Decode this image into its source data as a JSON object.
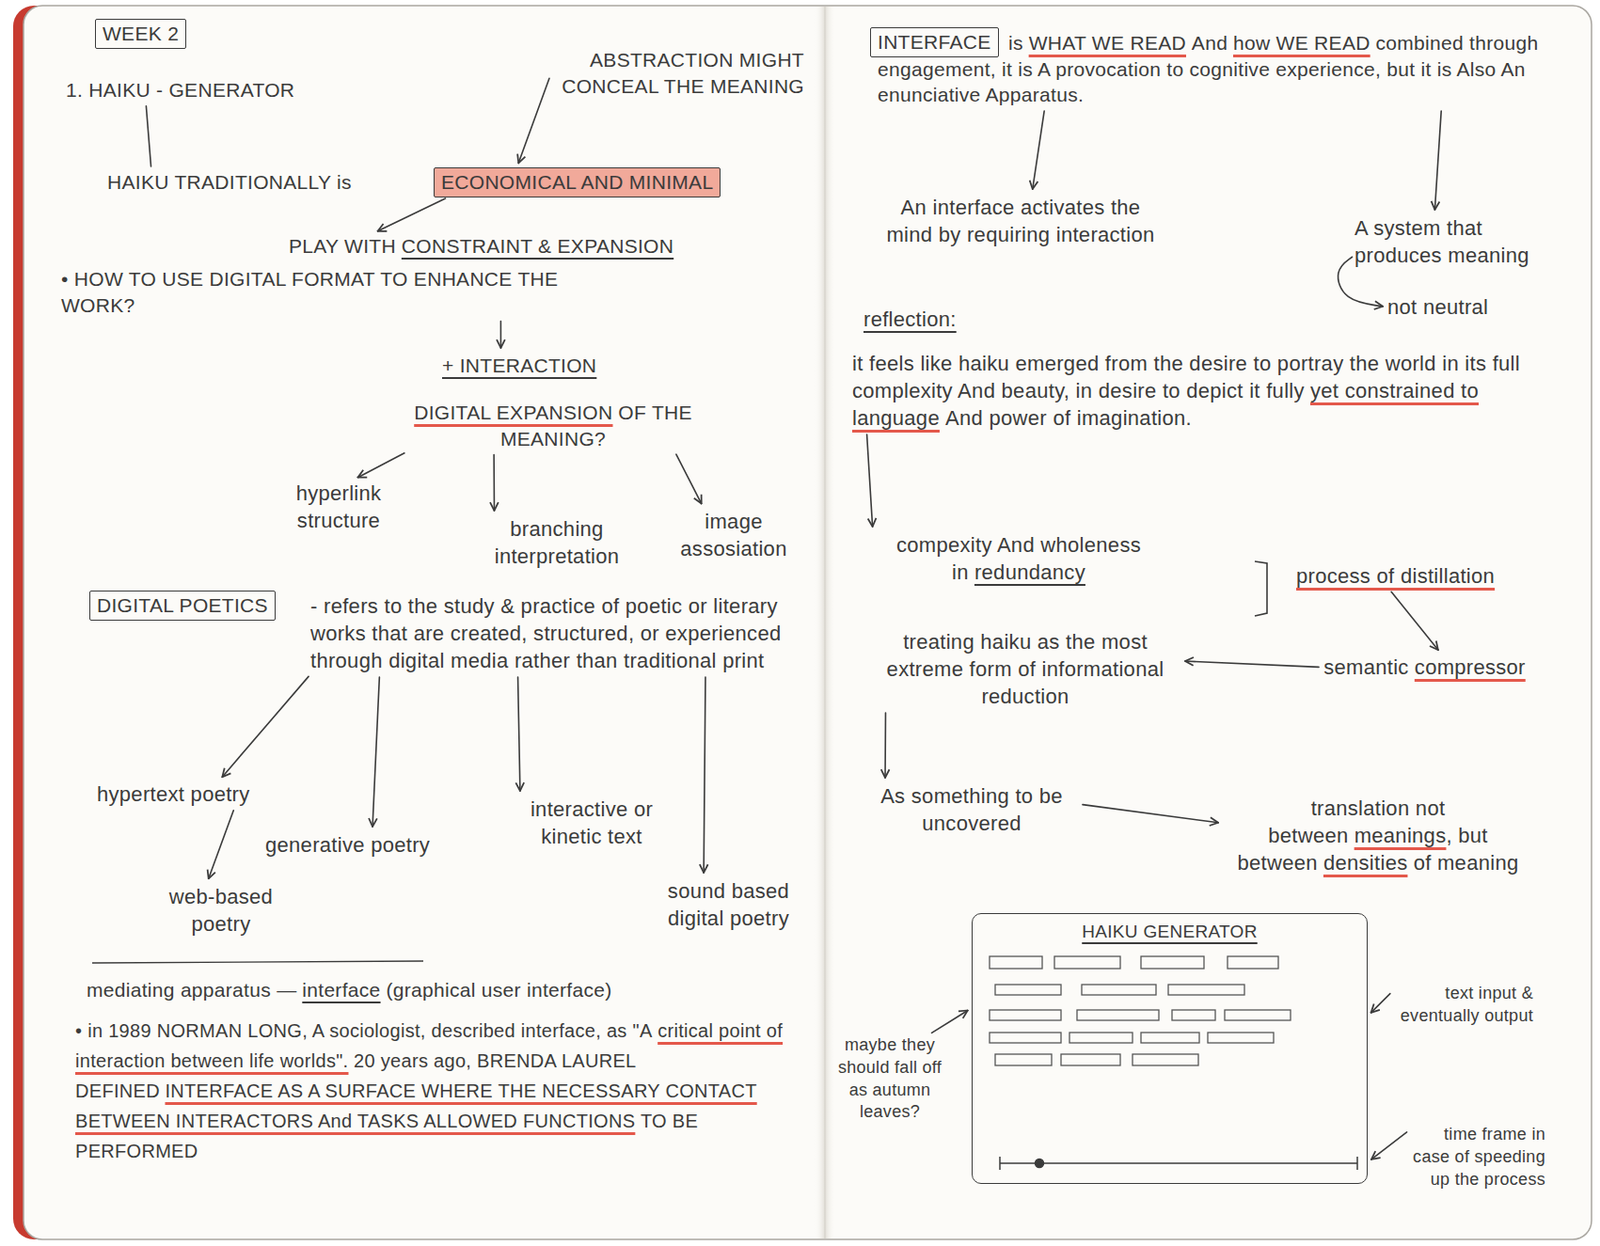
{
  "diagram": {
    "nodes": [
      {
        "text": [
          "WEEK 2"
        ]
      },
      {
        "text": [
          "1. HAIKU - GENERATOR"
        ]
      },
      {
        "text": [
          "ABSTRACTION MIGHT CONCEAL THE MEANING"
        ]
      },
      {
        "text": [
          "HAIKU TRADITIONALLY is"
        ]
      },
      {
        "text": [
          "ECONOMICAL AND MINIMAL"
        ]
      },
      {
        "text": [
          "PLAY WITH",
          "CONSTRAINT & EXPANSION"
        ]
      },
      {
        "text": [
          "• HOW TO USE DIGITAL FORMAT TO ENHANCE THE WORK?"
        ]
      },
      {
        "text": [
          "+ INTERACTION"
        ]
      },
      {
        "text": [
          "DIGITAL EXPANSION",
          "OF THE MEANING?"
        ]
      },
      {
        "text": [
          "hyperlink structure"
        ]
      },
      {
        "text": [
          "branching interpretation"
        ]
      },
      {
        "text": [
          "image assosiation"
        ]
      },
      {
        "text": [
          "DIGITAL POETICS"
        ]
      },
      {
        "text": [
          "- refers to the study & practice of poetic or literary works that are created, structured, or experienced through digital media rather than traditional print"
        ]
      },
      {
        "text": [
          "hypertext poetry"
        ]
      },
      {
        "text": [
          "generative poetry"
        ]
      },
      {
        "text": [
          "interactive or kinetic text"
        ]
      },
      {
        "text": [
          "sound based digital poetry"
        ]
      },
      {
        "text": [
          "web-based poetry"
        ]
      },
      {
        "text": [
          "INTERFACE"
        ]
      },
      {
        "text": [
          "is",
          "WHAT WE READ",
          "And",
          "how WE READ",
          "combined through engagement, it is A provocation to cognitive experience, but it is Also An enunciative Apparatus."
        ]
      },
      {
        "text": [
          "An interface activates the mind by requiring interaction"
        ]
      },
      {
        "text": [
          "A system that produces meaning"
        ]
      },
      {
        "text": [
          "not neutral"
        ]
      },
      {
        "text": [
          "it feels like haiku emerged from the desire to portray the world in its full complexity And beauty, in desire to depict it fully",
          "yet constrained to language",
          "And power of imagination."
        ]
      },
      {
        "text": [
          "compexity And wholeness in",
          "redundancy"
        ]
      },
      {
        "text": [
          "process of distillation"
        ]
      },
      {
        "text": [
          "semantic",
          "compressor"
        ]
      },
      {
        "text": [
          "treating haiku as the most extreme form of informational reduction"
        ]
      },
      {
        "text": [
          "As something to be uncovered"
        ]
      },
      {
        "text": [
          "translation not between",
          "meanings",
          ", but between",
          "densities",
          "of meaning"
        ]
      },
      {
        "text": [
          "HAIKU GENERATOR"
        ]
      },
      {
        "text": [
          "maybe they should fall off as autumn leaves?"
        ]
      },
      {
        "text": [
          "text input & eventually output"
        ]
      },
      {
        "text": [
          "time frame in case of speeding up the process"
        ]
      }
    ],
    "edges": [
      {
        "from": 1,
        "to": 3,
        "arrow": "none"
      },
      {
        "from": 2,
        "to": 4,
        "arrow": "to"
      },
      {
        "from": 4,
        "to": 5,
        "arrow": "to"
      },
      {
        "from": 6,
        "to": 7,
        "arrow": "to"
      },
      {
        "from": 8,
        "to": 9,
        "arrow": "to"
      },
      {
        "from": 8,
        "to": 10,
        "arrow": "to"
      },
      {
        "from": 8,
        "to": 11,
        "arrow": "to"
      },
      {
        "from": 13,
        "to": 14,
        "arrow": "to"
      },
      {
        "from": 13,
        "to": 15,
        "arrow": "to"
      },
      {
        "from": 13,
        "to": 16,
        "arrow": "to"
      },
      {
        "from": 13,
        "to": 17,
        "arrow": "to"
      },
      {
        "from": 14,
        "to": 18,
        "arrow": "to"
      },
      {
        "from": 20,
        "to": 21,
        "arrow": "to"
      },
      {
        "from": 20,
        "to": 22,
        "arrow": "to"
      },
      {
        "from": 22,
        "to": 23,
        "arrow": "to"
      },
      {
        "from": 24,
        "to": 25,
        "arrow": "to"
      },
      {
        "from": 26,
        "to": 27,
        "arrow": "to"
      },
      {
        "from": 27,
        "to": 28,
        "arrow": "to"
      },
      {
        "from": 28,
        "to": 29,
        "arrow": "to"
      },
      {
        "from": 29,
        "to": 30,
        "arrow": "to"
      },
      {
        "from": 32,
        "to": 31,
        "arrow": "to"
      },
      {
        "from": 33,
        "to": 31,
        "arrow": "to"
      },
      {
        "from": 34,
        "to": 31,
        "arrow": "to"
      }
    ],
    "labels": [
      "mediating apparatus —",
      "interface",
      "(graphical user interface)",
      "• in 1989 NORMAN LONG, A sociologist, described interface, as \"A",
      "critical point of interaction between life worlds\".",
      "20 years ago, BRENDA LAUREL DEFINED",
      "INTERFACE AS A SURFACE WHERE THE NECESSARY CONTACT BETWEEN INTERACTORS And TASKS ALLOWED FUNCTIONS",
      "TO BE PERFORMED",
      "reflection:"
    ]
  }
}
